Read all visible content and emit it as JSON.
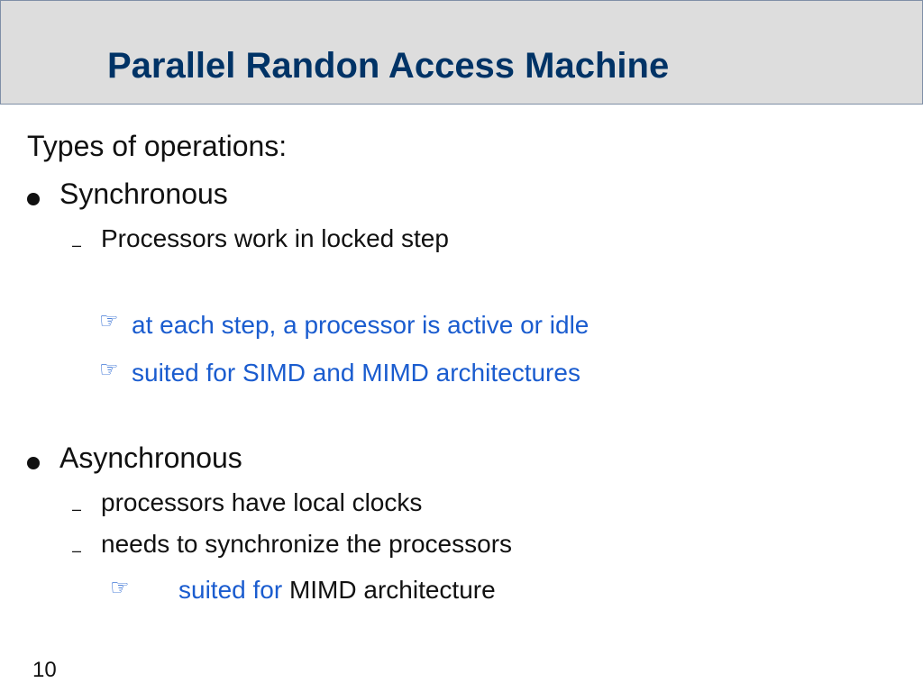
{
  "slide": {
    "title": "Parallel Randon Access Machine",
    "intro": "Types of operations:",
    "page_number": "10",
    "colors": {
      "title": "#003366",
      "accent": "#1a5ccf",
      "header_bg": "#dddddd"
    }
  },
  "synchronous": {
    "label": "Synchronous",
    "sub": "Processors work in locked step",
    "notes": [
      "at each step, a processor is active or idle",
      "suited for  SIMD and MIMD architectures"
    ]
  },
  "asynchronous": {
    "label": "Asynchronous",
    "subs": [
      "processors have local clocks",
      "needs to synchronize the processors"
    ],
    "note_prefix": "suited for",
    "note_suffix": "MIMD architecture"
  },
  "icons": {
    "bullet": "filled-circle",
    "dash": "en-dash",
    "note": "pointing-hand"
  }
}
